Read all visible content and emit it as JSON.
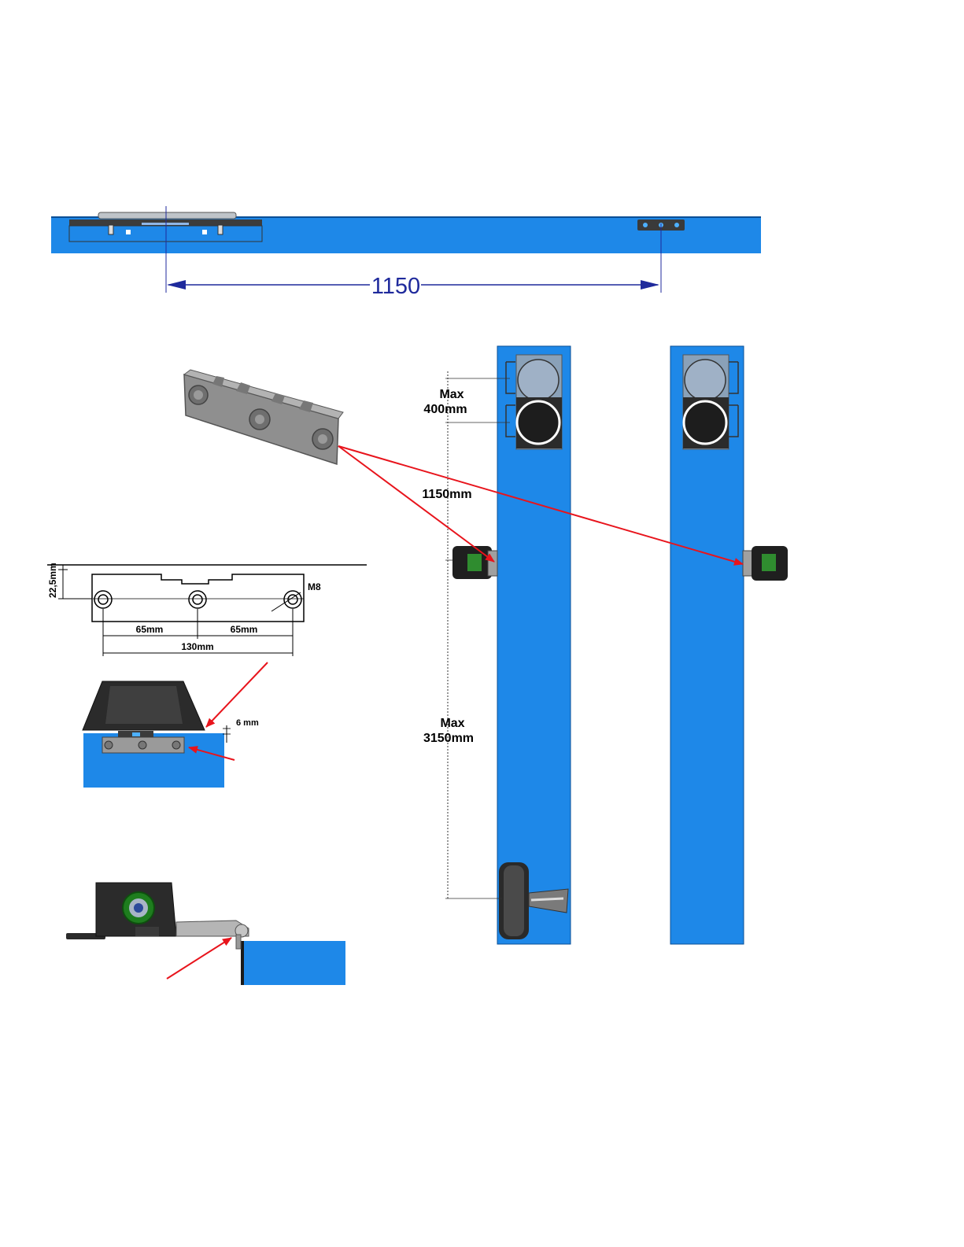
{
  "labels": {
    "top_dimension": "1150",
    "max_label": "Max",
    "max_400": "400mm",
    "dim_1150mm": "1150mm",
    "max_3150": "3150mm",
    "dim_22_5": "22,5mm",
    "thread": "M8",
    "dim_65_left": "65mm",
    "dim_65_right": "65mm",
    "dim_130": "130mm",
    "gap_6mm": "6 mm"
  },
  "colors": {
    "rail_blue": "#1E88E8",
    "arrow_red": "#E8141C",
    "dim_blue": "#1F2A9C",
    "dark_part": "#2b2b2b",
    "metal_grey": "#8a8a8a"
  }
}
